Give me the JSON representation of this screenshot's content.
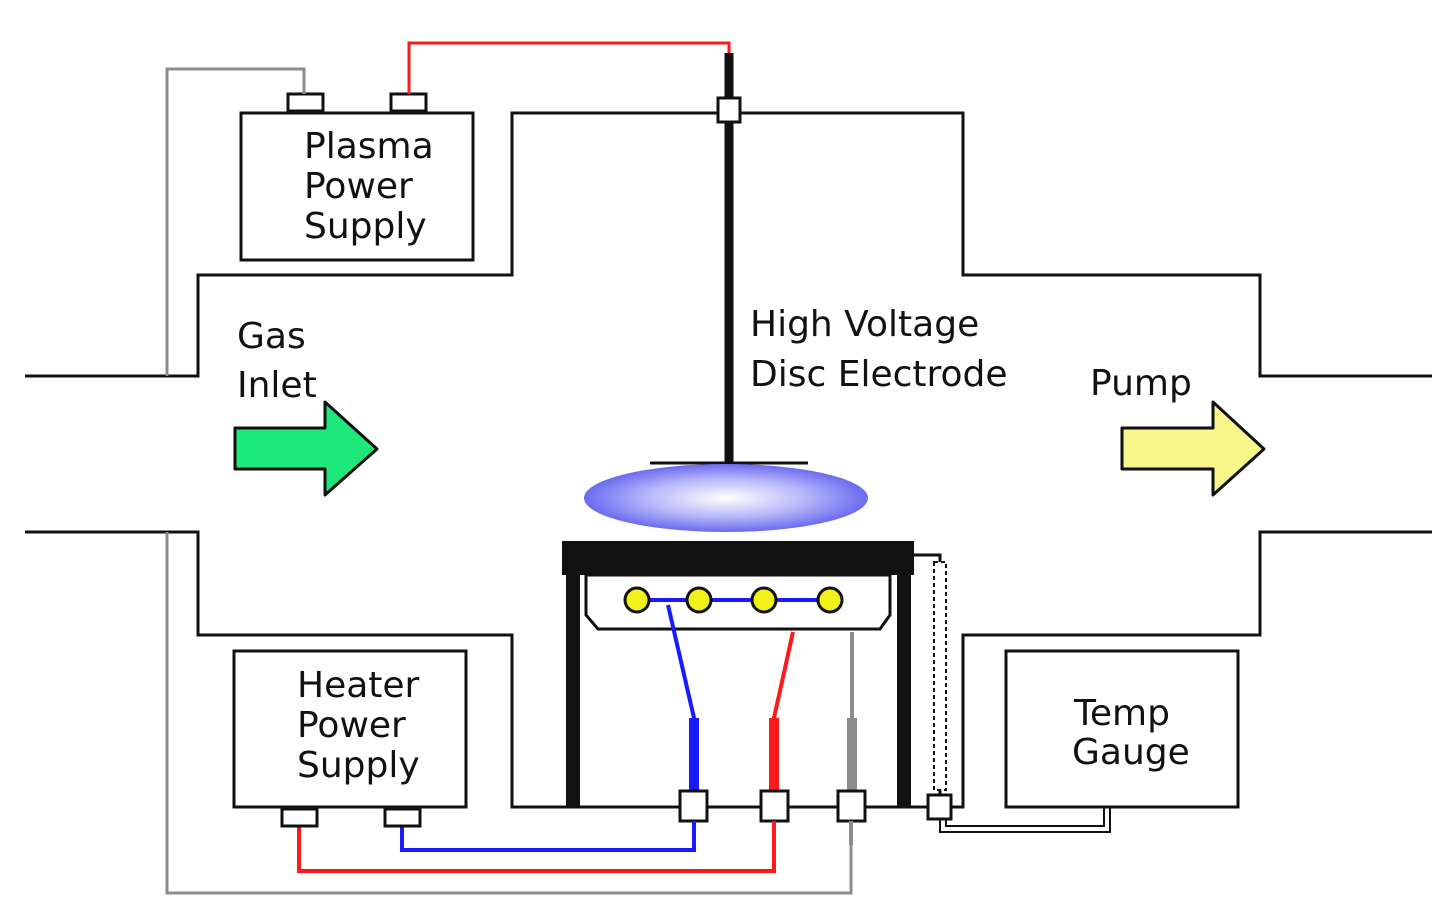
{
  "labels": {
    "plasma_supply": [
      "Plasma",
      "Power",
      "Supply"
    ],
    "heater_supply": [
      "Heater",
      "Power",
      "Supply"
    ],
    "temp_gauge": [
      "Temp",
      "Gauge"
    ],
    "gas_inlet": [
      "Gas",
      "Inlet"
    ],
    "electrode": [
      "High Voltage",
      "Disc Electrode"
    ],
    "pump": "Pump"
  },
  "colors": {
    "outline": "#111111",
    "hv_wire": "#ff1a1a",
    "ground_wire": "#8c8c8c",
    "blue_wire": "#1a1aff",
    "red_wire": "#ff1a1a",
    "inlet_arrow": "#1ee87a",
    "pump_arrow": "#f6f68a",
    "plasma_glow": "#6b6bf0",
    "heater_bulb": "#f2f21a"
  },
  "icons": {
    "inlet_arrow": "right-arrow-icon",
    "pump_arrow": "right-arrow-icon"
  }
}
